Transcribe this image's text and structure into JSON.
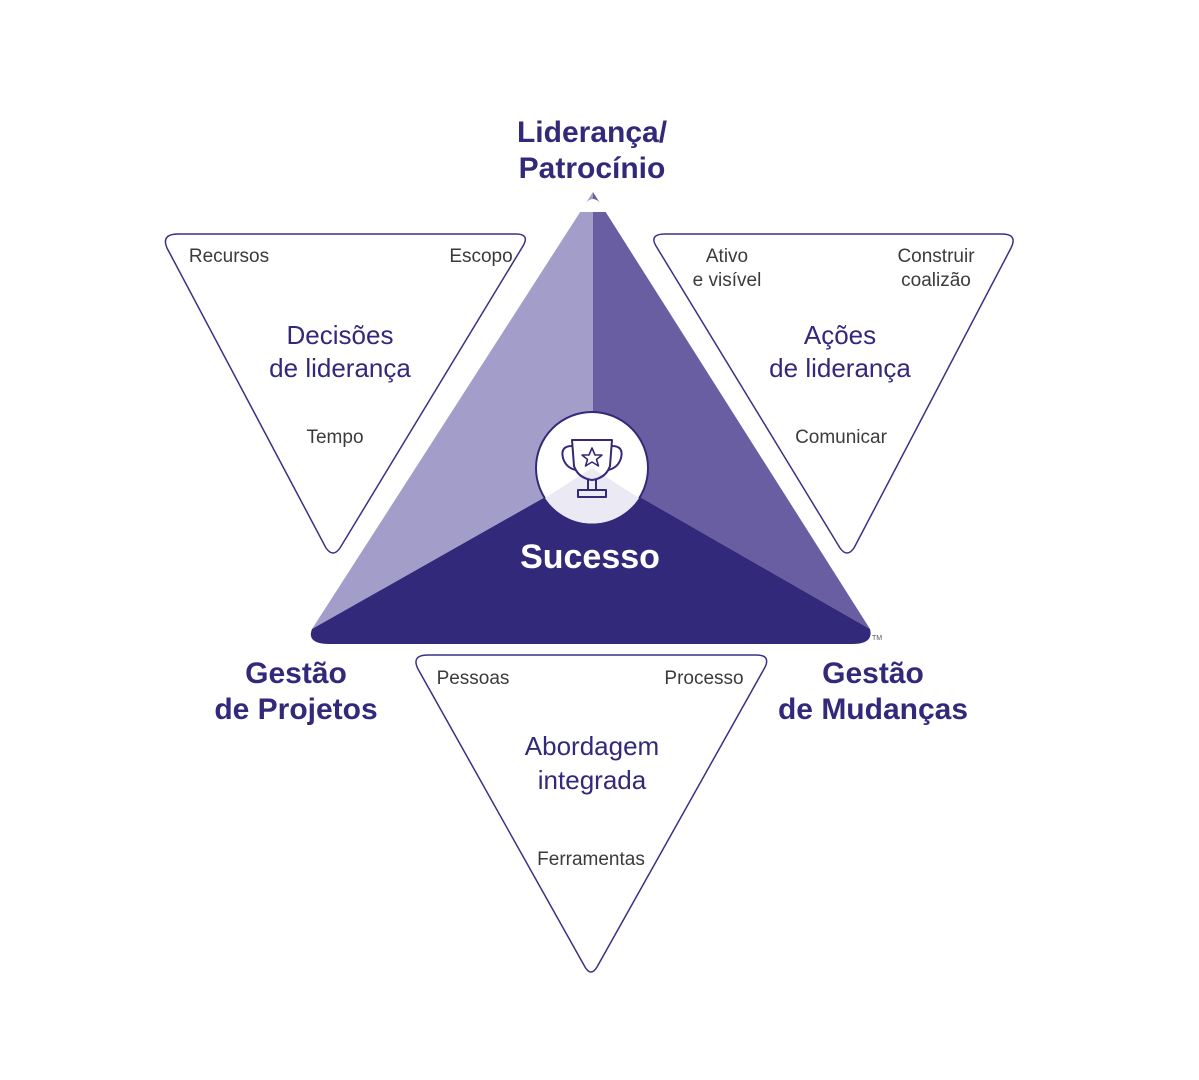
{
  "center": {
    "label": "Sucesso",
    "icon": "trophy-star-icon"
  },
  "corners": {
    "top": {
      "line1": "Liderança/",
      "line2": "Patrocínio"
    },
    "bottom_left": {
      "line1": "Gestão",
      "line2": "de Projetos"
    },
    "bottom_right": {
      "line1": "Gestão",
      "line2": "de Mudanças"
    }
  },
  "panels": {
    "left": {
      "title_line1": "Decisões",
      "title_line2": "de liderança",
      "items": [
        "Recursos",
        "Escopo",
        "Tempo"
      ]
    },
    "right": {
      "title_line1": "Ações",
      "title_line2": "de liderança",
      "item_left_line1": "Ativo",
      "item_left_line2": "e visível",
      "item_right_line1": "Construir",
      "item_right_line2": "coalizão",
      "item_bottom": "Comunicar"
    },
    "bottom": {
      "title_line1": "Abordagem",
      "title_line2": "integrada",
      "items": [
        "Pessoas",
        "Processo",
        "Ferramentas"
      ]
    }
  },
  "trademark": "TM",
  "colors": {
    "dark_purple": "#33297a",
    "medium_purple": "#6a5ea2",
    "light_purple": "#a39ec9",
    "outline": "#3a3186"
  }
}
